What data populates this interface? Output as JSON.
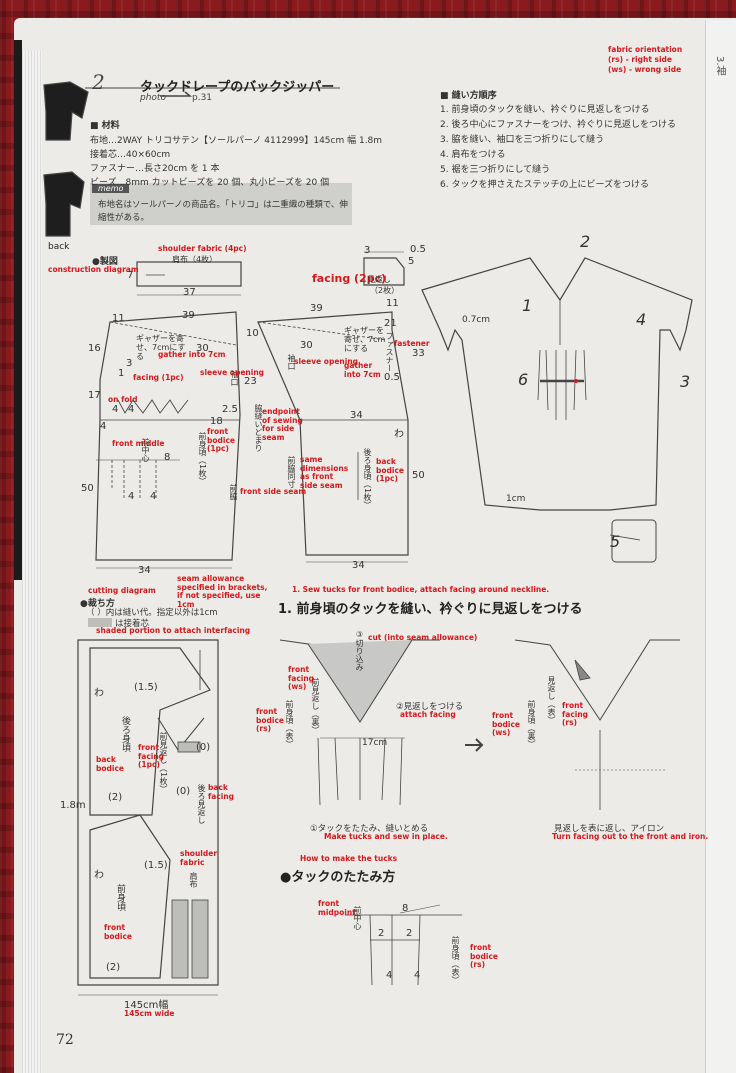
{
  "header": {
    "chapter_num": "2",
    "title": "タックドレープのバックジッパー",
    "photo_label": "photo",
    "photo_page": "p.31",
    "orientation_1": "fabric orientation",
    "orientation_2": "(rs) - right side",
    "orientation_3": "(ws) - wrong side",
    "side_tab": "3.袖"
  },
  "materials": {
    "heading": "■ 材料",
    "line1": "布地…2WAY トリコサテン【ソールパーノ 4112999】145cm 幅 1.8m",
    "line2": "接着芯…40×60cm",
    "line3": "ファスナー…長さ20cm を 1 本",
    "line4": "ビーズ…8mm カットビーズを 20 個、丸小ビーズを 20 個"
  },
  "memo": {
    "tag": "memo",
    "line1": "布地名はソールパーノの商品名。「トリコ」は二重織の種類で、伸",
    "line2": "縮性がある。"
  },
  "sewing_order": {
    "heading": "■ 縫い方順序",
    "steps": [
      "1. 前身頃のタックを縫い、衿ぐりに見返しをつける",
      "2. 後ろ中心にファスナーをつけ、衿ぐりに見返しをつける",
      "3. 脇を縫い、袖口を三つ折りにして縫う",
      "4. 肩布をつける",
      "5. 裾を三つ折りにして縫う",
      "6. タックを押さえたステッチの上にビーズをつける"
    ]
  },
  "construction": {
    "back": "back",
    "title_jp": "●製図",
    "title_en": "construction diagram",
    "shoulder_en": "shoulder fabric (4pc)",
    "shoulder_jp": "肩布（4枚）",
    "facing_en": "facing (2pc)",
    "facing_jp1": "見返し",
    "facing_jp2": "（2枚）",
    "gather_jp": "ギャザーを寄せ、7cmにする",
    "gather_en1": "gather into 7cm",
    "gather_en2": "gather into 7cm",
    "facing_1pc": "facing (1pc)",
    "sleeve_opening_jp": "袖口",
    "sleeve_opening_en": "sleeve opening",
    "sleeve_opening_en2": "sleeve opening",
    "on_fold": "on fold",
    "front_middle_en": "front middle",
    "front_middle_jp": "前中心",
    "front_bodice_en": "front bodice (1pc)",
    "front_bodice_jp": "前身頃（1枚）",
    "front_side_seam": "front side seam",
    "front_side_jp": "前脇",
    "endpoint_en": "endpoint of sewing for side seam",
    "endpoint_jp": "脇縫いどまり",
    "same_dim_en": "same dimensions as front side seam",
    "same_dim_jp": "前脇同寸",
    "back_bodice_en": "back bodice (1pc)",
    "back_bodice_jp": "後ろ身頃（1枚）",
    "fastener_en": "fastener",
    "fastener_jp": "ファスナー",
    "dims": {
      "d37": "37",
      "d7": "7",
      "d3": "3",
      "d05a": "0.5",
      "d5": "5",
      "d11": "11",
      "d39": "39",
      "d16": "16",
      "d30": "30",
      "d3b": "3",
      "d1": "1",
      "d17": "17",
      "d4a": "4",
      "d4b": "4",
      "d4c": "4",
      "d23": "23",
      "d25": "2.5",
      "d18": "18",
      "d8": "8",
      "d50a": "50",
      "d34a": "34",
      "d39b": "39",
      "d11b": "11",
      "d10": "10",
      "d30b": "30",
      "d21": "21",
      "d33": "33",
      "d05b": "0.5",
      "d34b": "34",
      "d50b": "50",
      "d34c": "34",
      "d4d": "4",
      "d4e": "4",
      "wa": "わ"
    }
  },
  "garment": {
    "n1": "1",
    "n2": "2",
    "n3": "3",
    "n4": "4",
    "n5": "5",
    "n6": "6",
    "d07": "0.7cm",
    "d1cm": "1cm"
  },
  "cutting": {
    "title_en": "cutting diagram",
    "title_jp": "●裁ち方",
    "seam_en": "seam allowance specified in brackets, if not specified, use 1cm",
    "seam_jp": "（ ）内は縫い代。指定以外は1cm",
    "interfacing_jp": "は接着芯",
    "interfacing_en": "shaded portion to attach interfacing",
    "wa1": "わ",
    "wa2": "わ",
    "d15a": "(1.5)",
    "d15b": "(1.5)",
    "d2a": "(2)",
    "d2b": "(2)",
    "d0a": "(0)",
    "d0b": "(0)",
    "back_bodice_jp": "後ろ身頃",
    "back_bodice_en": "back bodice",
    "front_facing_jp": "前見返し（1枚）",
    "front_facing_en": "front facing (1pc)",
    "back_facing_jp": "後ろ見返し",
    "back_facing_en": "back facing",
    "shoulder_jp": "肩布",
    "shoulder_en": "shoulder fabric",
    "front_bodice_jp": "前身頃",
    "front_bodice_en": "front bodice",
    "length": "1.8m",
    "width": "145cm幅",
    "width_en": "145cm wide"
  },
  "step1": {
    "en": "1. Sew tucks for front bodice, attach facing around neckline.",
    "jp": "1. 前身頃のタックを縫い、衿ぐりに見返しをつける",
    "cut_en": "cut (into seam allowance)",
    "cut_jp": "③切り込み",
    "attach_jp": "②見返しをつける",
    "attach_en": "attach facing",
    "front_facing_en": "front facing (ws)",
    "front_facing_jp": "前見返し（裏）",
    "front_bodice_en": "front bodice (rs)",
    "front_bodice_jp": "前身頃（表）",
    "d17": "17cm",
    "tuck_jp": "①タックをたたみ、縫いとめる",
    "tuck_en": "Make tucks and sew in place.",
    "right_bodice_en": "front bodice (ws)",
    "right_bodice_jp": "前身頃（裏）",
    "right_facing_en": "front facing (rs)",
    "right_facing_jp": "見返し（表）",
    "turn_jp": "見返しを表に返し、アイロン",
    "turn_en": "Turn facing out to the front and iron."
  },
  "tucks": {
    "en": "How to make the tucks",
    "jp": "●タックのたたみ方",
    "midpoint_en": "front midpoint",
    "midpoint_jp": "前中心",
    "d8": "8",
    "d2a": "2",
    "d2b": "2",
    "d4a": "4",
    "d4b": "4",
    "bodice_jp": "前身頃（表）",
    "bodice_en": "front bodice (rs)"
  },
  "page_number": "72"
}
